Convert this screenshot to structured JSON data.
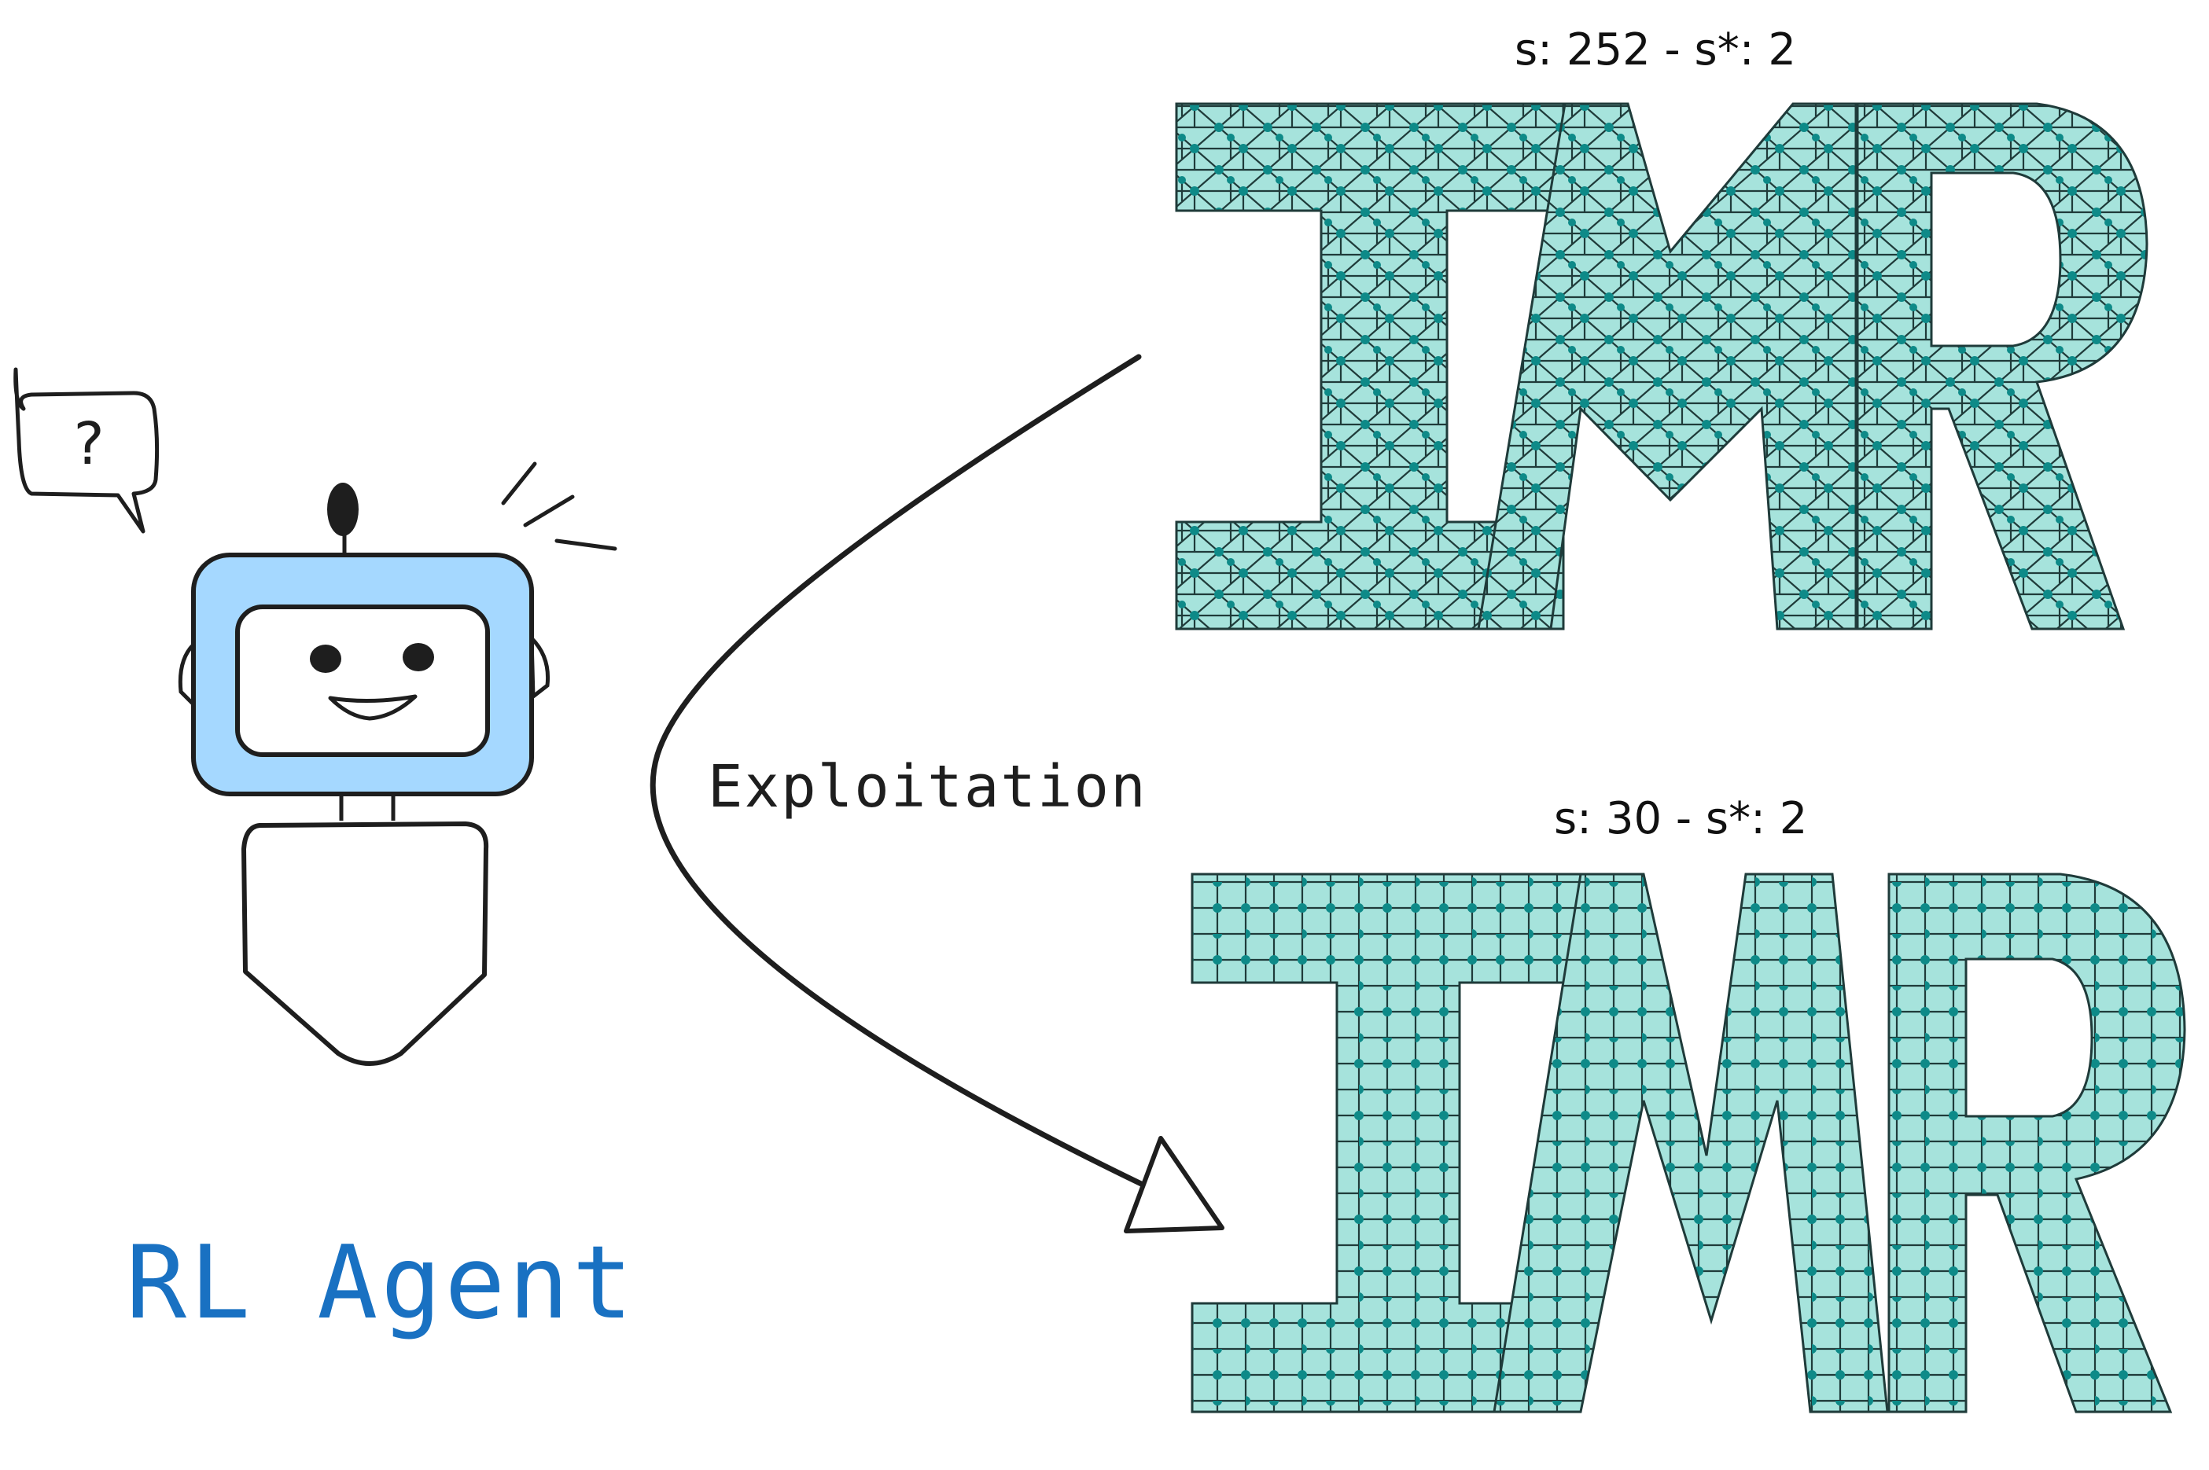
{
  "agent": {
    "label": "RL Agent",
    "label_color": "#1971c2",
    "thought": "?",
    "screen_color": "#a5d8ff"
  },
  "arrow": {
    "label": "Exploitation"
  },
  "meshes": [
    {
      "title": "s: 252 - s*: 2",
      "letters": "IMR",
      "element_type": "triangle"
    },
    {
      "title": "s: 30 - s*: 2",
      "letters": "IMR",
      "element_type": "quad"
    }
  ],
  "colors": {
    "mesh_fill": "#a6e3dc",
    "mesh_edge": "#1f3b3a",
    "mesh_node": "#0e8a88",
    "ink": "#1e1e1e"
  }
}
